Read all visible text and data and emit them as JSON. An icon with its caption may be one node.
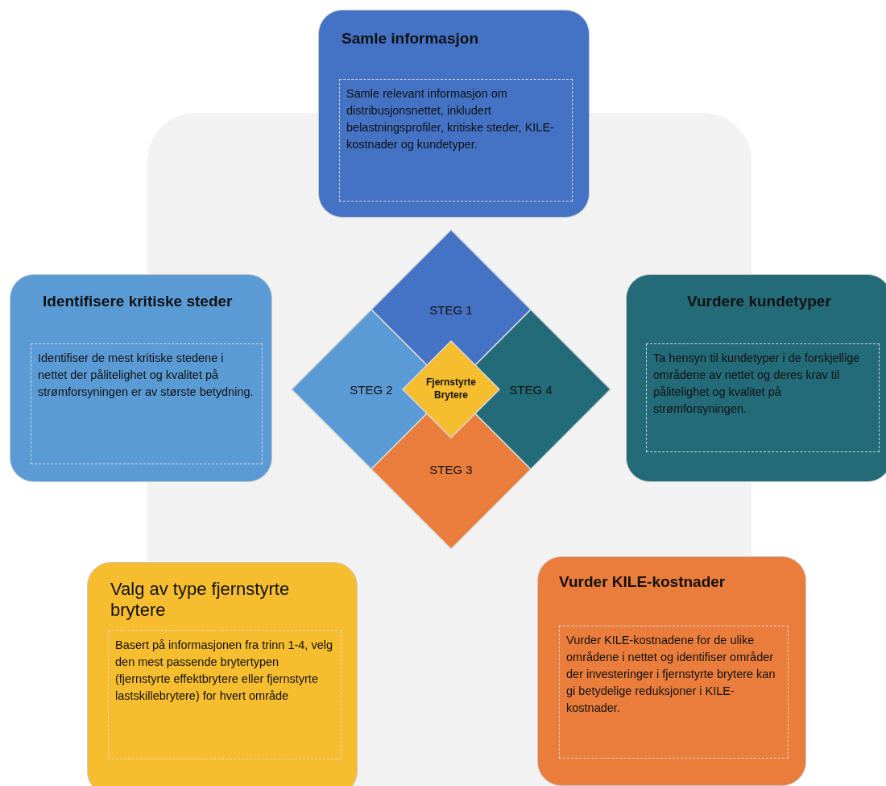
{
  "diagram": {
    "nodes": [
      {
        "text": [
          "Samle informasjon",
          "Samle relevant informasjon om distribusjonsnettet, inkludert belastningsprofiler, kritiske steder, KILE-kostnader og kundetyper."
        ]
      },
      {
        "text": [
          "Identifisere kritiske steder",
          "Identifiser de mest kritiske stedene i nettet der pålitelighet og kvalitet på strømforsyningen er av største betydning."
        ]
      },
      {
        "text": [
          "Vurdere kundetyper",
          "Ta hensyn til kundetyper i de forskjellige områdene av nettet og deres krav til pålitelighet og kvalitet på strømforsyningen."
        ]
      },
      {
        "text": [
          "Valg av type fjernstyrte brytere",
          "Basert på informasjonen fra trinn 1-4, velg den mest passende brytertypen (fjernstyrte effektbrytere eller fjernstyrte lastskillebrytere) for hvert område"
        ]
      },
      {
        "text": [
          "Vurder KILE-kostnader",
          "Vurder KILE-kostnadene for de ulike områdene i nettet og identifiser områder der investeringer i fjernstyrte brytere kan gi betydelige reduksjoner i KILE-kostnader."
        ]
      },
      {
        "text": [
          "STEG 1"
        ]
      },
      {
        "text": [
          "STEG 2"
        ]
      },
      {
        "text": [
          "STEG 3"
        ]
      },
      {
        "text": [
          "STEG 4"
        ]
      },
      {
        "text": [
          "Fjernstyrte Brytere"
        ]
      }
    ]
  }
}
